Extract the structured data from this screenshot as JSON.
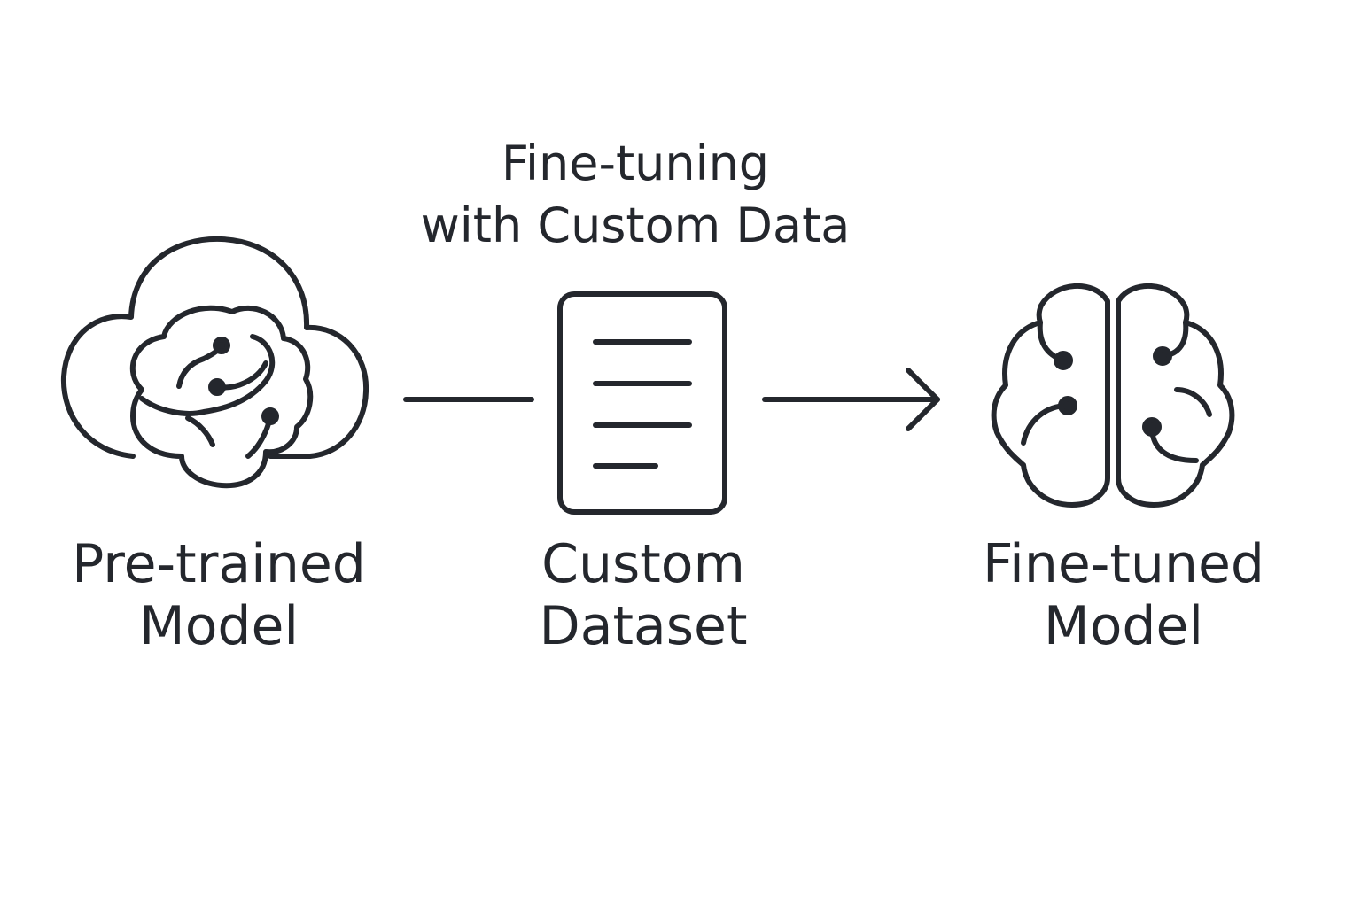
{
  "title": {
    "line1": "Fine-tuning",
    "line2": "with Custom Data"
  },
  "nodes": [
    {
      "icon": "cloud-brain-icon",
      "line1": "Pre-trained",
      "line2": "Model"
    },
    {
      "icon": "document-icon",
      "line1": "Custom",
      "line2": "Dataset"
    },
    {
      "icon": "brain-icon",
      "line1": "Fine-tuned",
      "line2": "Model"
    }
  ],
  "colors": {
    "ink": "#24272d",
    "background": "#ffffff"
  }
}
